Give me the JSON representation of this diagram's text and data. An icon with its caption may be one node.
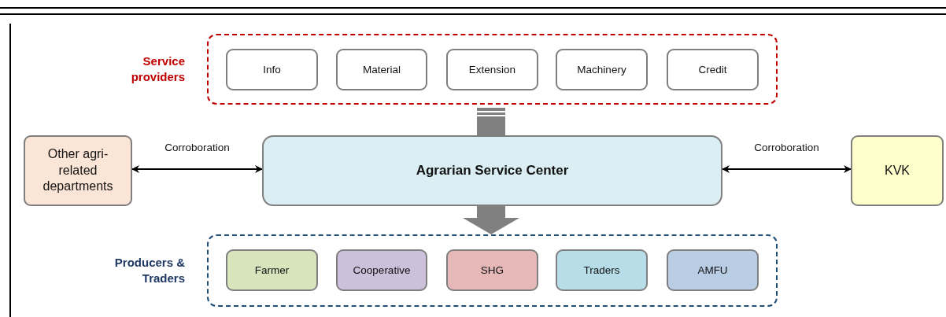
{
  "diagram": {
    "nodes": [
      {
        "text": [
          "Service providers"
        ]
      },
      {
        "text": [
          "Info"
        ],
        "in": 0
      },
      {
        "text": [
          "Material"
        ],
        "in": 0
      },
      {
        "text": [
          "Extension"
        ],
        "in": 0
      },
      {
        "text": [
          "Machinery"
        ],
        "in": 0
      },
      {
        "text": [
          "Credit"
        ],
        "in": 0
      },
      {
        "text": [
          "Other agri-related departments"
        ]
      },
      {
        "text": [
          "Agrarian Service Center"
        ]
      },
      {
        "text": [
          "KVK"
        ]
      },
      {
        "text": [
          "Producers & Traders"
        ]
      },
      {
        "text": [
          "Farmer"
        ],
        "in": 9
      },
      {
        "text": [
          "Cooperative"
        ],
        "in": 9
      },
      {
        "text": [
          "SHG"
        ],
        "in": 9
      },
      {
        "text": [
          "Traders"
        ],
        "in": 9
      },
      {
        "text": [
          "AMFU"
        ],
        "in": 9
      }
    ],
    "edges": [
      {
        "from": 0,
        "to": 7,
        "arrow": "none",
        "style": "thick",
        "color": "#808080"
      },
      {
        "from": 6,
        "to": 7,
        "arrow": "both",
        "label": "Corroboration"
      },
      {
        "from": 7,
        "to": 8,
        "arrow": "both",
        "label": "Corroboration"
      },
      {
        "from": 7,
        "to": 9,
        "arrow": "to",
        "style": "thick",
        "color": "#808080"
      }
    ]
  }
}
